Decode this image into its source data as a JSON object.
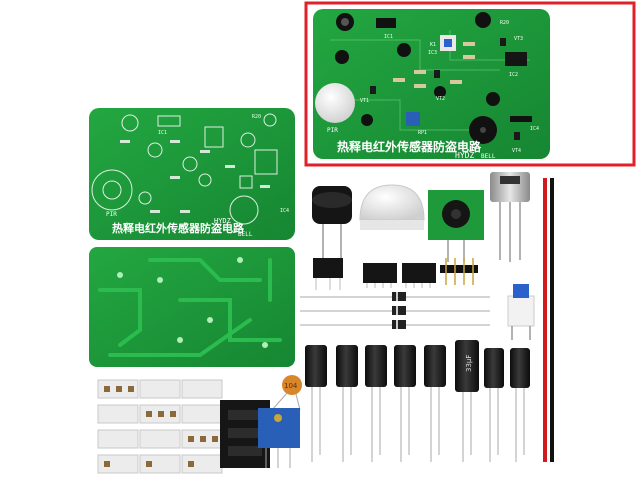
{
  "inset_board": {
    "title": "热释电红外传感器防盗电路",
    "brand": "HYDZ",
    "labels": {
      "pir": "PIR",
      "bell": "BELL",
      "ic1": "IC1",
      "ic2": "IC2",
      "ic3": "IC3",
      "ic4": "IC4",
      "vt1": "VT1",
      "vt2": "VT2",
      "vt3": "VT3",
      "vt4": "VT4",
      "rp1": "RP1",
      "k1": "K1",
      "r20": "R20"
    }
  },
  "front_board": {
    "title": "热释电红外传感器防盗电路",
    "brand": "HYDZ",
    "labels": {
      "pir": "PIR",
      "bell": "BELL",
      "ic1": "IC1",
      "ic4": "IC4",
      "r20": "R20"
    }
  },
  "components": {
    "capacitor_marking": "33µF",
    "ceramic_cap_label": "104"
  },
  "colors": {
    "pcb_green": "#1f9a3a",
    "pcb_dark": "#157a2c",
    "highlight_border": "#e0202a",
    "capacitor_body": "#1b1b1b",
    "trimmer_blue": "#2a5fb8"
  }
}
